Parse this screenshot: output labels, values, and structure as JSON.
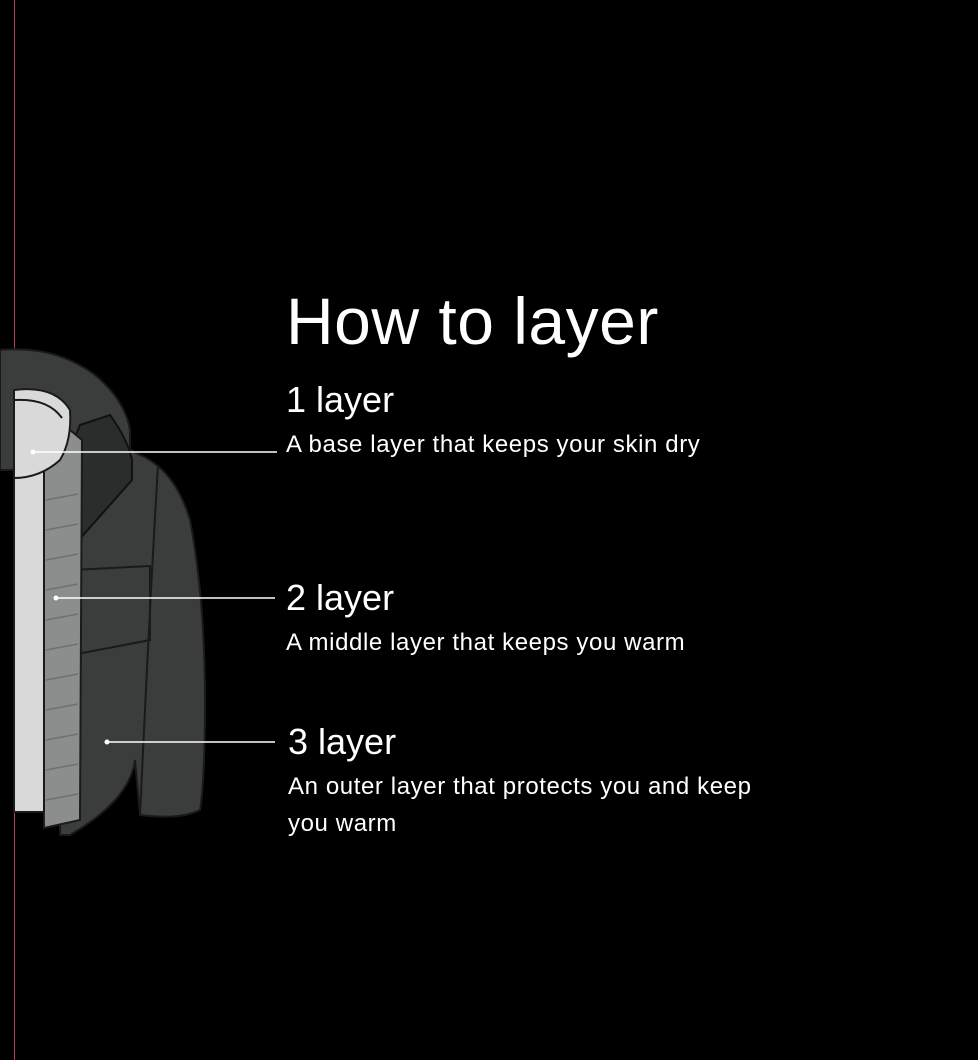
{
  "title": "How to layer",
  "layers": [
    {
      "heading": "1 layer",
      "description": "A base layer that keeps your skin dry"
    },
    {
      "heading": "2 layer",
      "description": "A middle layer that keeps you warm"
    },
    {
      "heading": "3 layer",
      "description": "An outer layer that protects you and keep you warm"
    }
  ],
  "colors": {
    "background": "#000000",
    "text": "#ffffff",
    "edge_accent": "#b0405e",
    "jacket_outer": "#3b3d3d",
    "jacket_mid": "#8c8e8e",
    "base_layer": "#d9d9d9"
  },
  "illustration": "layered-jacket-illustration"
}
